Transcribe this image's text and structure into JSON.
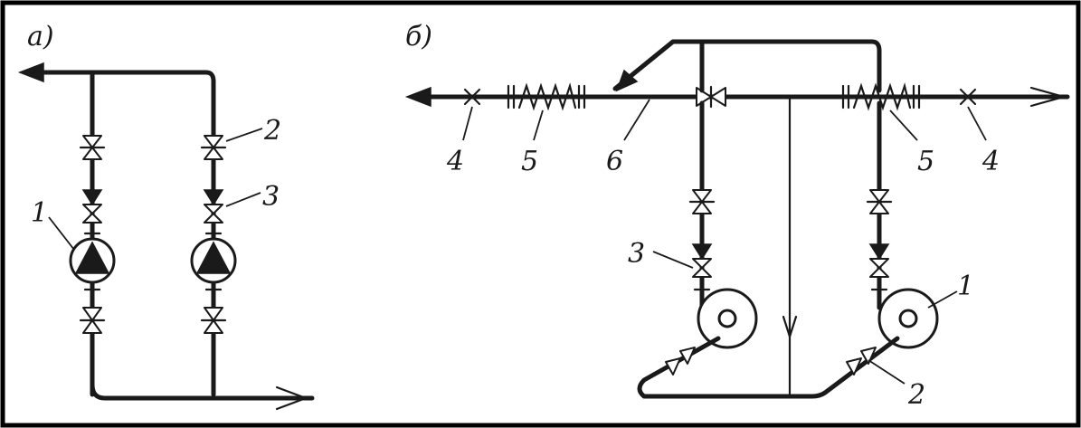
{
  "panels": {
    "a": {
      "label": "а)"
    },
    "b": {
      "label": "б)"
    }
  },
  "callouts": {
    "a": [
      "1",
      "2",
      "3"
    ],
    "b": [
      "4",
      "5",
      "6",
      "5",
      "4",
      "3",
      "1",
      "2"
    ]
  },
  "colors": {
    "ink": "#1a1a1a",
    "paper": "#ffffff",
    "border": "#000000"
  }
}
